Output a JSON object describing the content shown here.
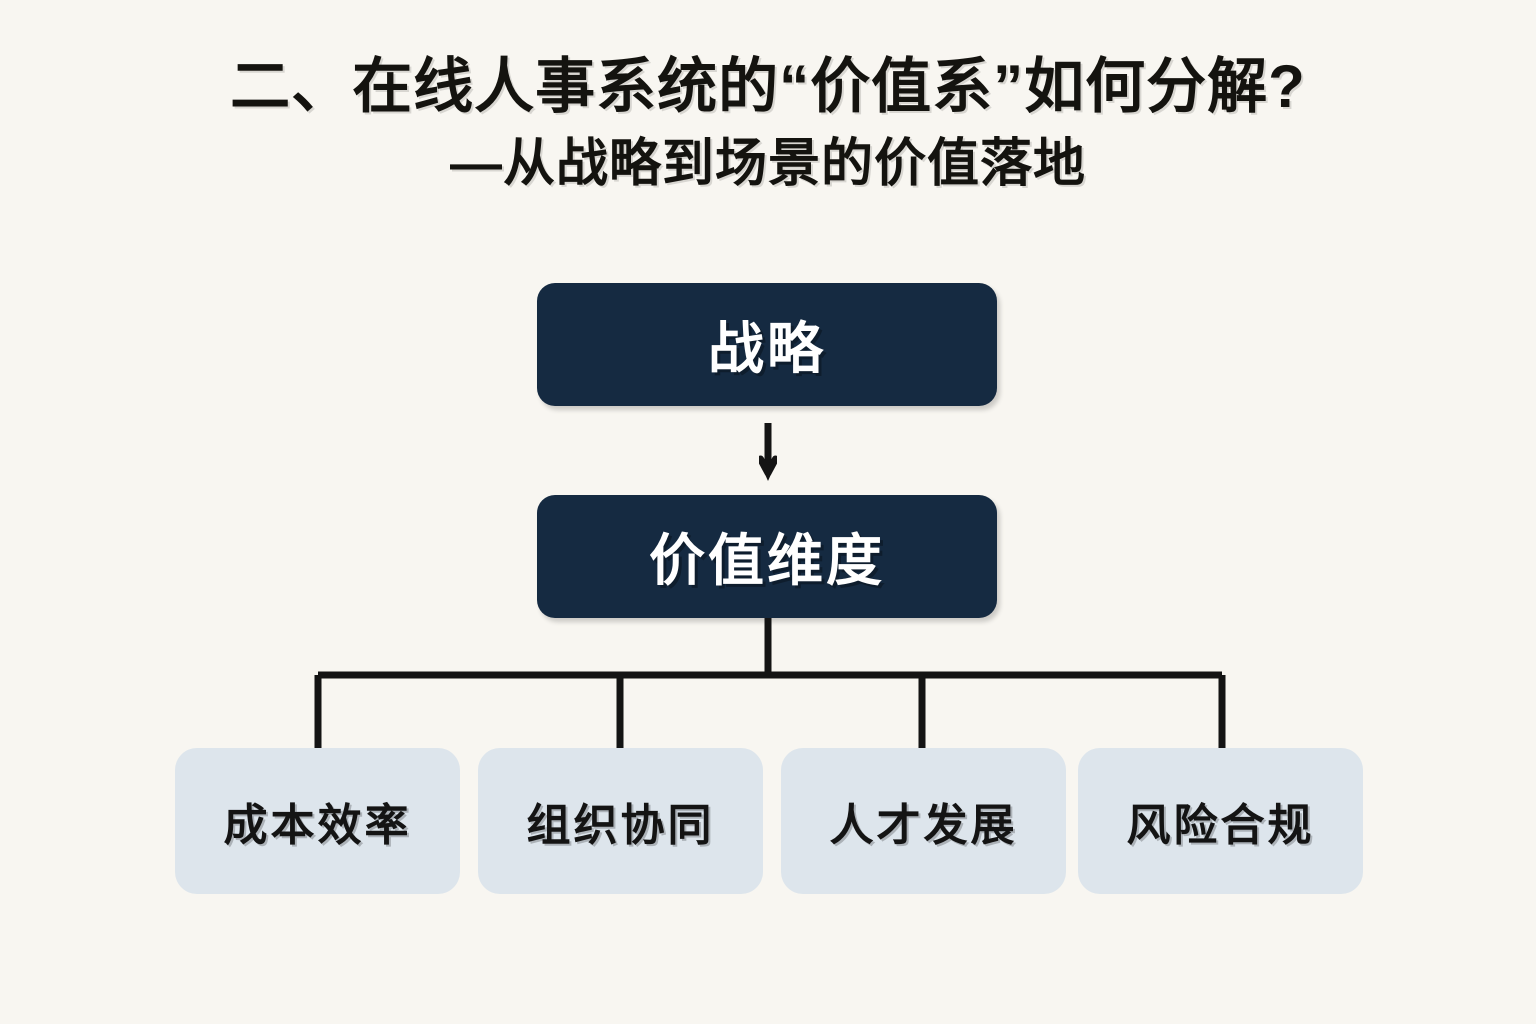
{
  "slide": {
    "background_color": "#f8f6f1",
    "heading": {
      "title": "二、在线人事系统的“价值系”如何分解?",
      "subtitle": "—从战略到场景的价值落地"
    }
  },
  "diagram": {
    "type": "tree",
    "accent_dark": "#152a41",
    "accent_light": "#dde5ec",
    "line_color": "#141414",
    "levels": [
      {
        "id": "strategy",
        "label": "战略",
        "style": "dark"
      },
      {
        "id": "value-dimension",
        "label": "价值维度",
        "style": "dark"
      }
    ],
    "connector_arrow": "arrow-down-icon",
    "leaves": [
      {
        "id": "cost-efficiency",
        "label": "成本效率"
      },
      {
        "id": "org-collaboration",
        "label": "组织协同"
      },
      {
        "id": "talent-development",
        "label": "人才发展"
      },
      {
        "id": "risk-compliance",
        "label": "风险合规"
      }
    ]
  }
}
